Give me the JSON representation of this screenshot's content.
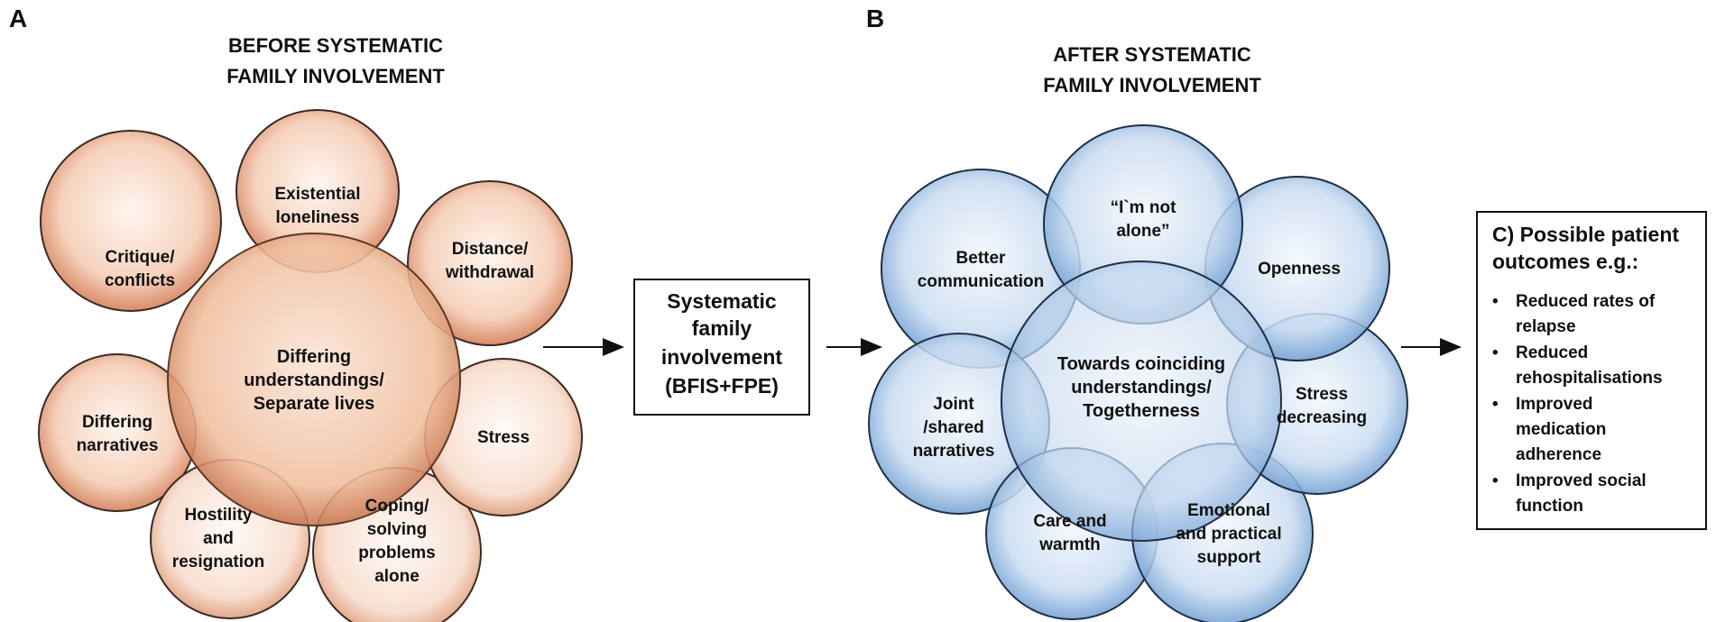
{
  "panel_a": {
    "letter": "A",
    "heading": [
      "BEFORE SYSTEMATIC",
      "FAMILY INVOLVEMENT"
    ],
    "center": [
      "Differing",
      "understandings/",
      "Separate lives"
    ],
    "circles": [
      [
        "Existential",
        "loneliness"
      ],
      [
        "Distance/",
        "withdrawal"
      ],
      [
        "Stress"
      ],
      [
        "Coping/",
        "solving",
        "problems",
        "alone"
      ],
      [
        "Hostility",
        "and",
        "resignation"
      ],
      [
        "Differing",
        "narratives"
      ],
      [
        "Critique/",
        "conflicts"
      ]
    ]
  },
  "intervention": {
    "lines": [
      "Systematic",
      "family",
      "involvement",
      "(BFIS+FPE)"
    ]
  },
  "panel_b": {
    "letter": "B",
    "heading": [
      "AFTER SYSTEMATIC",
      "FAMILY INVOLVEMENT"
    ],
    "center": [
      "Towards coinciding",
      "understandings/",
      "Togetherness"
    ],
    "circles": [
      [
        "“I`m not",
        "alone”"
      ],
      [
        "Openness"
      ],
      [
        "Stress",
        "decreasing"
      ],
      [
        "Emotional",
        "and practical",
        "support"
      ],
      [
        "Care and",
        "warmth"
      ],
      [
        "Joint",
        "/shared",
        "narratives"
      ],
      [
        "Better",
        "communication"
      ]
    ]
  },
  "outcomes": {
    "title": [
      "C) Possible patient",
      "outcomes e.g.:"
    ],
    "bullet": "•",
    "items": [
      [
        "Reduced rates of",
        "relapse"
      ],
      [
        "Reduced",
        "rehospitalisations"
      ],
      [
        "Improved",
        "medication",
        "adherence"
      ],
      [
        "Improved social",
        "function"
      ]
    ]
  },
  "colors": {
    "orange_fill_edge": "#d98c6a",
    "orange_fill_light": "#fdebe1",
    "orange_stroke": "#3a2a22",
    "blue_fill_edge": "#7aa6d6",
    "blue_fill_light": "#e6f0fb",
    "blue_stroke": "#1f2f45",
    "box_stroke": "#111111"
  }
}
